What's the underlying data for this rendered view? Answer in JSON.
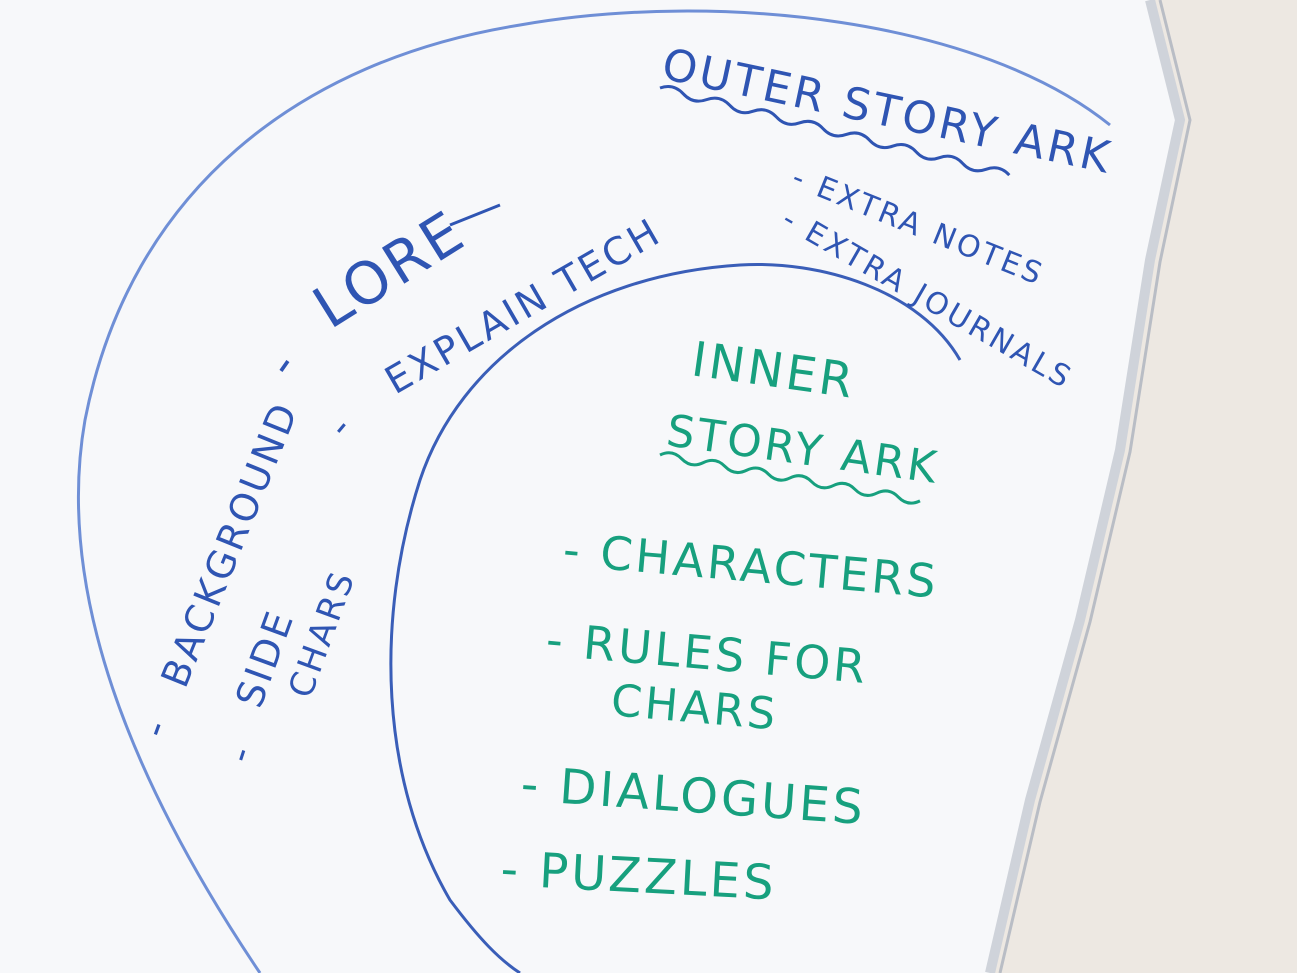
{
  "colors": {
    "wall": "#ede8e2",
    "board": "#f7f8fa",
    "board_frame": "#d9dde3",
    "blue_marker": "#2f55b3",
    "light_blue_marker": "#6f8fd6",
    "green_marker": "#17a07e"
  },
  "outer": {
    "title": "OUTER STORY ARK",
    "dash_background": "-",
    "background": "BACKGROUND",
    "dash_lore": "-",
    "lore": "LORE",
    "dash_side_chars": "-",
    "side": "SIDE",
    "chars": "CHARS",
    "dash_explain": "-",
    "explain_tech": "EXPLAIN TECH",
    "extra_notes": "- EXTRA NOTES",
    "extra_journals": "- EXTRA JOURNALS"
  },
  "inner": {
    "title_line1": "INNER",
    "title_line2": "STORY ARK",
    "items": [
      "- CHARACTERS",
      "- RULES FOR",
      "CHARS",
      "- DIALOGUES",
      "- PUZZLES"
    ]
  }
}
